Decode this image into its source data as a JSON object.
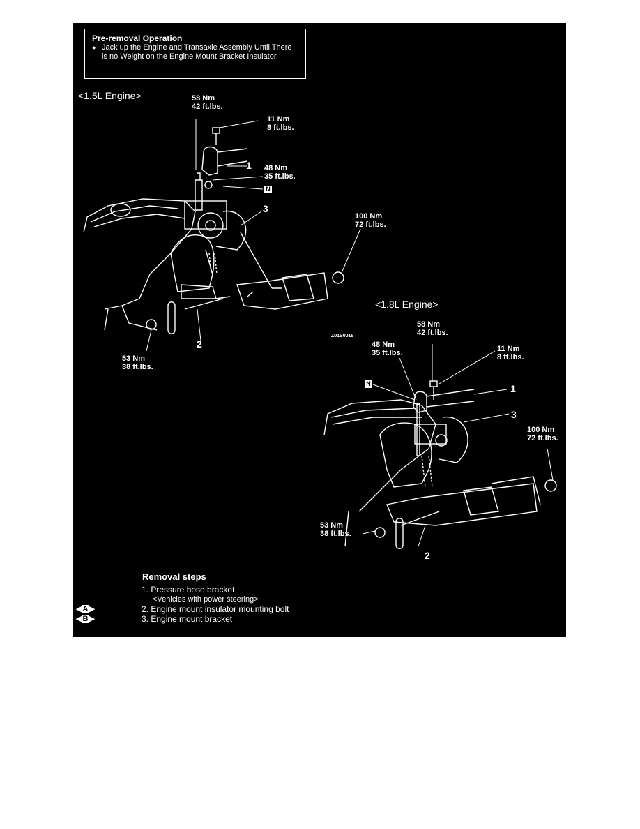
{
  "pre_removal": {
    "title": "Pre-removal Operation",
    "bullet": "Jack up the Engine and Transaxle Assembly Until There is no Weight on the Engine Mount Bracket Insulator."
  },
  "engine_15": {
    "label": "<1.5L Engine>",
    "t58": [
      "58 Nm",
      "42 ft.lbs."
    ],
    "t11": [
      "11 Nm",
      "8 ft.lbs."
    ],
    "t48": [
      "48 Nm",
      "35 ft.lbs."
    ],
    "t100": [
      "100 Nm",
      "72 ft.lbs."
    ],
    "t53": [
      "53 Nm",
      "38 ft.lbs."
    ],
    "n_mark": "N",
    "callouts": [
      "1",
      "2",
      "3"
    ]
  },
  "engine_18": {
    "label": "<1.8L Engine>",
    "figure_code": "Z01S0019",
    "t58": [
      "58 Nm",
      "42 ft.lbs."
    ],
    "t48": [
      "48 Nm",
      "35 ft.lbs."
    ],
    "t11": [
      "11 Nm",
      "8 ft.lbs."
    ],
    "t100": [
      "100 Nm",
      "72 ft.lbs."
    ],
    "t53": [
      "53 Nm",
      "38 ft.lbs."
    ],
    "n_mark": "N",
    "callouts": [
      "1",
      "2",
      "3"
    ]
  },
  "removal": {
    "title": "Removal steps",
    "steps": [
      "1. Pressure hose bracket",
      "<Vehicles with power steering>",
      "2. Engine mount insulator mounting bolt",
      "3. Engine mount bracket"
    ],
    "marks": [
      "A",
      "B"
    ]
  }
}
